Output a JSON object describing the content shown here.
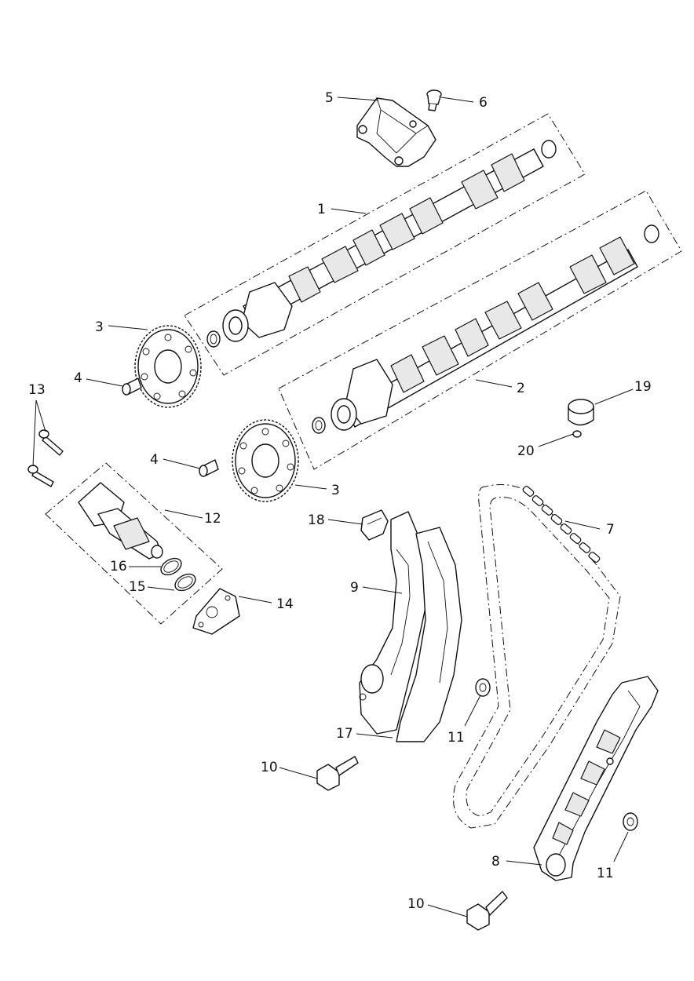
{
  "callouts": {
    "c1": "1",
    "c2": "2",
    "c3a": "3",
    "c3b": "3",
    "c4a": "4",
    "c4b": "4",
    "c5": "5",
    "c6": "6",
    "c7": "7",
    "c8": "8",
    "c9": "9",
    "c10a": "10",
    "c10b": "10",
    "c11a": "11",
    "c11b": "11",
    "c12": "12",
    "c13": "13",
    "c14": "14",
    "c15": "15",
    "c16": "16",
    "c17": "17",
    "c18": "18",
    "c19": "19",
    "c20": "20"
  }
}
